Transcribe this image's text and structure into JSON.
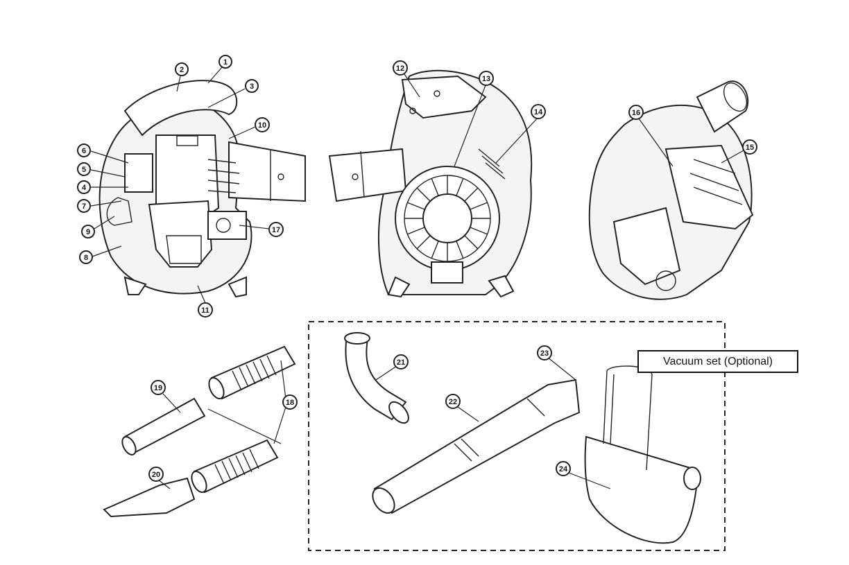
{
  "vacuum_set_label": "Vacuum set (Optional)",
  "callouts": [
    "1",
    "2",
    "3",
    "4",
    "5",
    "6",
    "7",
    "8",
    "9",
    "10",
    "11",
    "12",
    "13",
    "14",
    "15",
    "16",
    "17",
    "18",
    "19",
    "20",
    "21",
    "22",
    "23",
    "24"
  ]
}
